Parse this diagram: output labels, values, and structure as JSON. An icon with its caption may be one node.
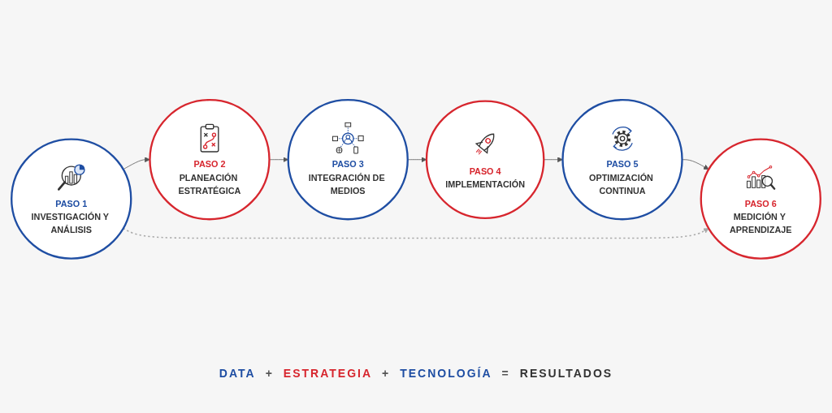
{
  "diagram": {
    "nodes": [
      {
        "text": [
          "PASO 1",
          "INVESTIGACIÓN Y ANÁLISIS"
        ]
      },
      {
        "text": [
          "PASO 2",
          "PLANEACIÓN ESTRATÉGICA"
        ]
      },
      {
        "text": [
          "PASO 3",
          "INTEGRACIÓN DE MEDIOS"
        ]
      },
      {
        "text": [
          "PASO 4",
          "IMPLEMENTACIÓN"
        ]
      },
      {
        "text": [
          "PASO 5",
          "OPTIMIZACIÓN CONTINUA"
        ]
      },
      {
        "text": [
          "PASO 6",
          "MEDICIÓN Y APRENDIZAJE"
        ]
      }
    ],
    "edges": [
      {
        "from": 0,
        "to": 1,
        "arrow": "to"
      },
      {
        "from": 1,
        "to": 2,
        "arrow": "to"
      },
      {
        "from": 2,
        "to": 3,
        "arrow": "to"
      },
      {
        "from": 3,
        "to": 4,
        "arrow": "to"
      },
      {
        "from": 4,
        "to": 5,
        "arrow": "to"
      },
      {
        "from": 0,
        "to": 5,
        "arrow": "to",
        "style": "dashed",
        "color": "#aaaaaa"
      }
    ],
    "labels": [
      "DATA",
      "+",
      "ESTRATEGIA",
      "+",
      "TECNOLOGÍA",
      "=",
      "RESULTADOS"
    ]
  }
}
